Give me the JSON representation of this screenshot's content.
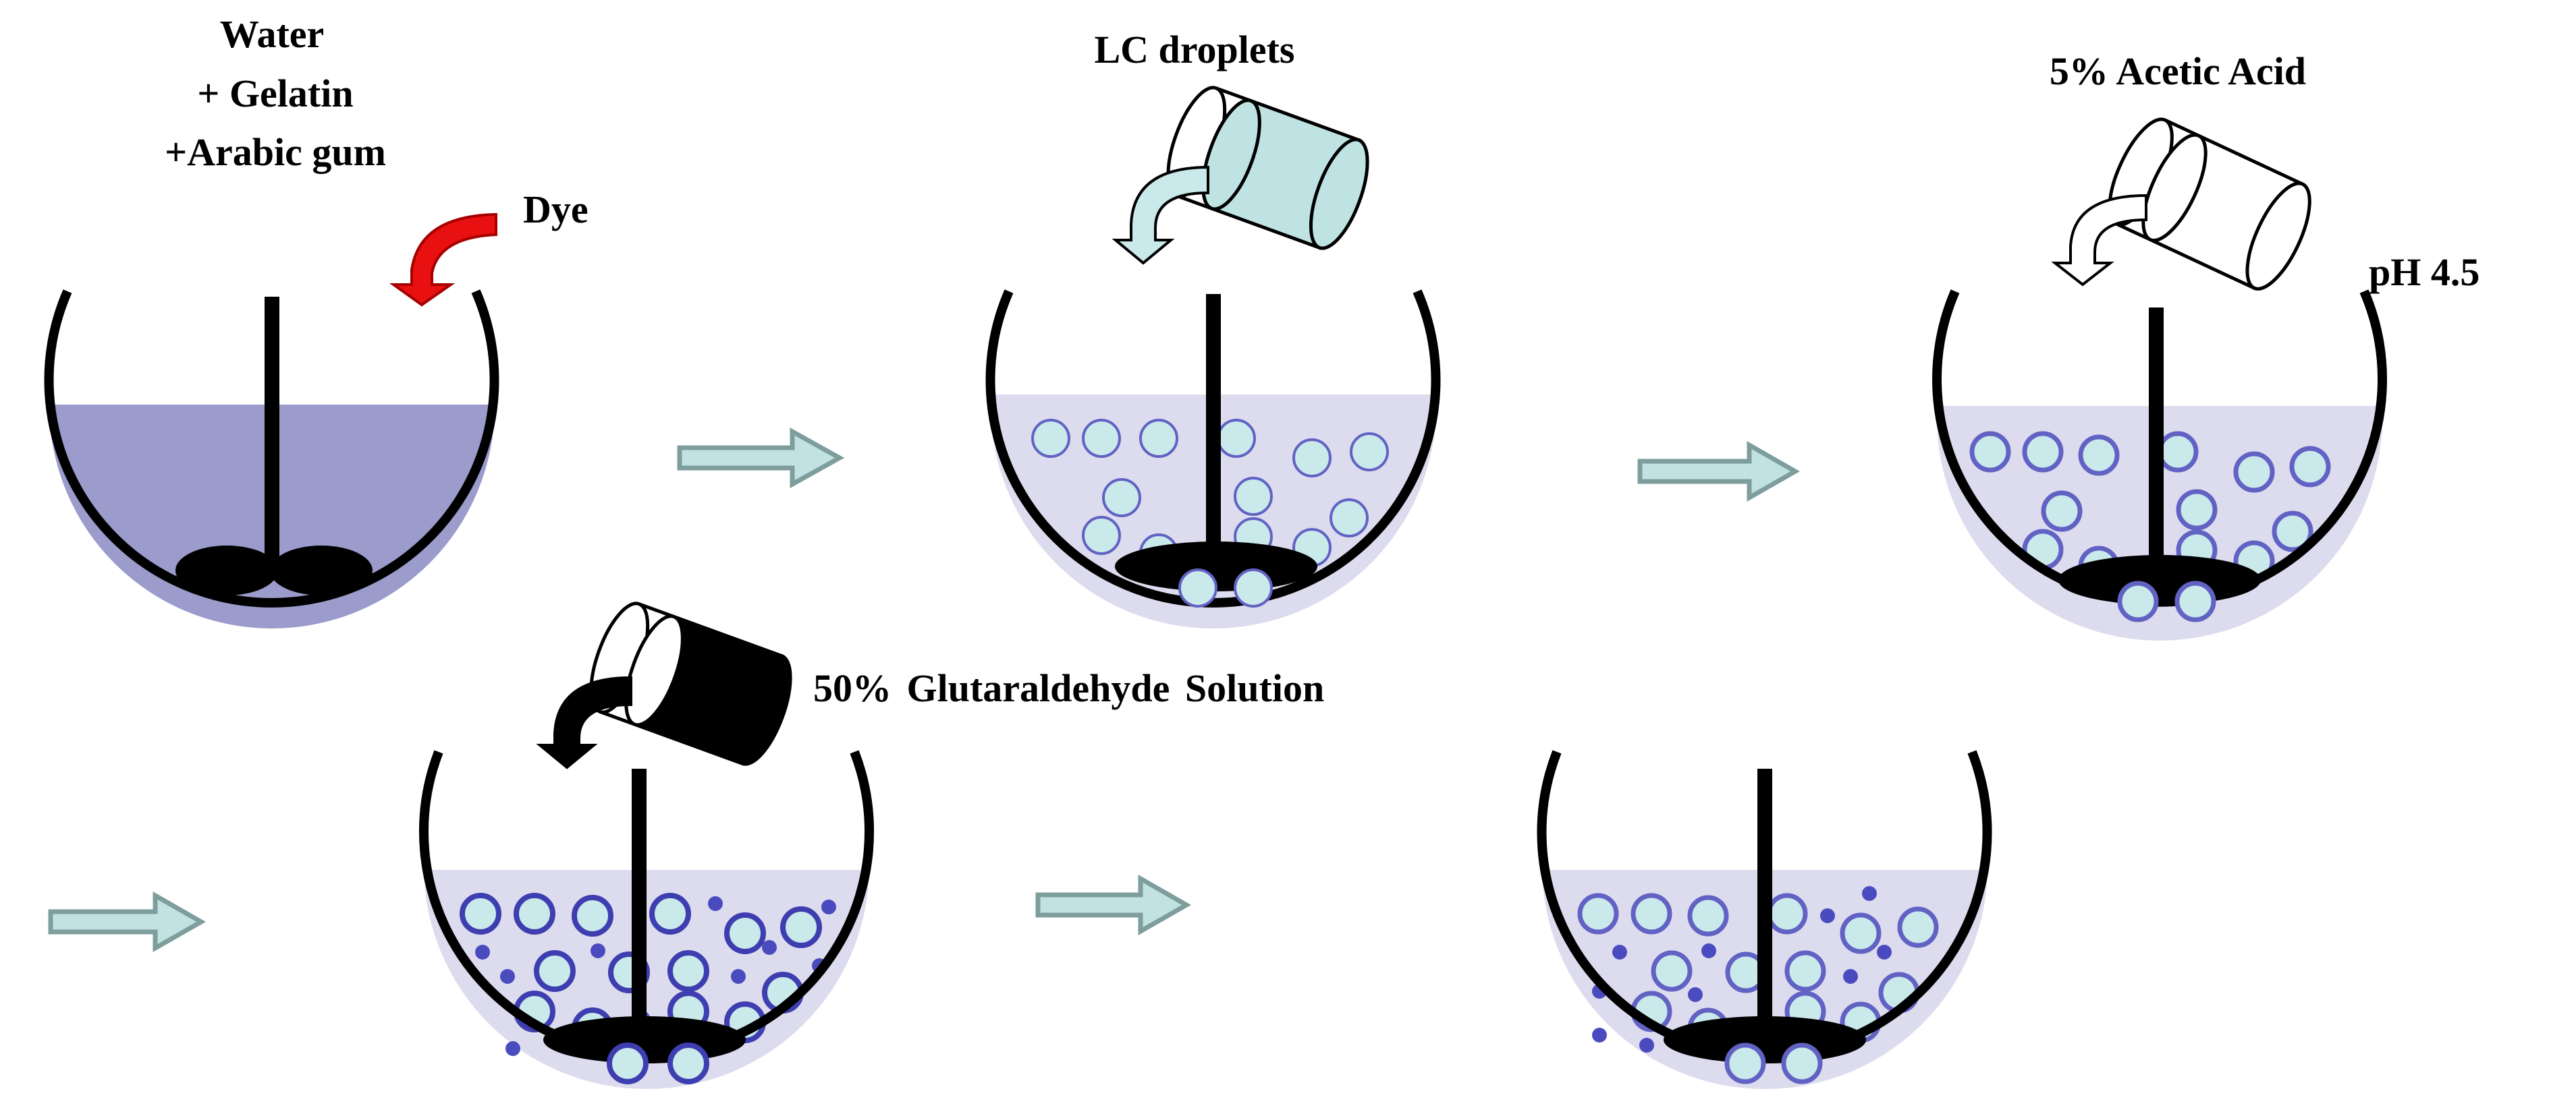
{
  "labels": {
    "water": "Water",
    "gelatin": "+ Gelatin",
    "arabic_gum": "+Arabic gum",
    "dye": "Dye",
    "lc_droplets": "LC droplets",
    "acetic_acid": "5% Acetic Acid",
    "ph": "pH 4.5",
    "glutaraldehyde": "50% Glutaraldehyde Solution"
  },
  "colors": {
    "liquid_dark": "#9b9bcc",
    "liquid_light": "#dcdcee",
    "droplet_fill": "#c9e9ea",
    "droplet_stroke": "#6262c4",
    "dot": "#4b4bc0",
    "process_arrow_fill": "#c2e2e2",
    "process_arrow_stroke": "#7e9d9d",
    "dye_arrow": "#e81010",
    "beaker_lc_fill": "#bfe3e3",
    "beaker_glut_fill": "#000000",
    "ink": "#000000"
  },
  "icons": {
    "dye_arrow": "curved-red-arrow-icon",
    "pour_arrow": "curved-pour-arrow-icon",
    "process_arrow": "right-arrow-icon",
    "beaker": "tilted-beaker-icon",
    "stirrer": "stirrer-icon"
  }
}
